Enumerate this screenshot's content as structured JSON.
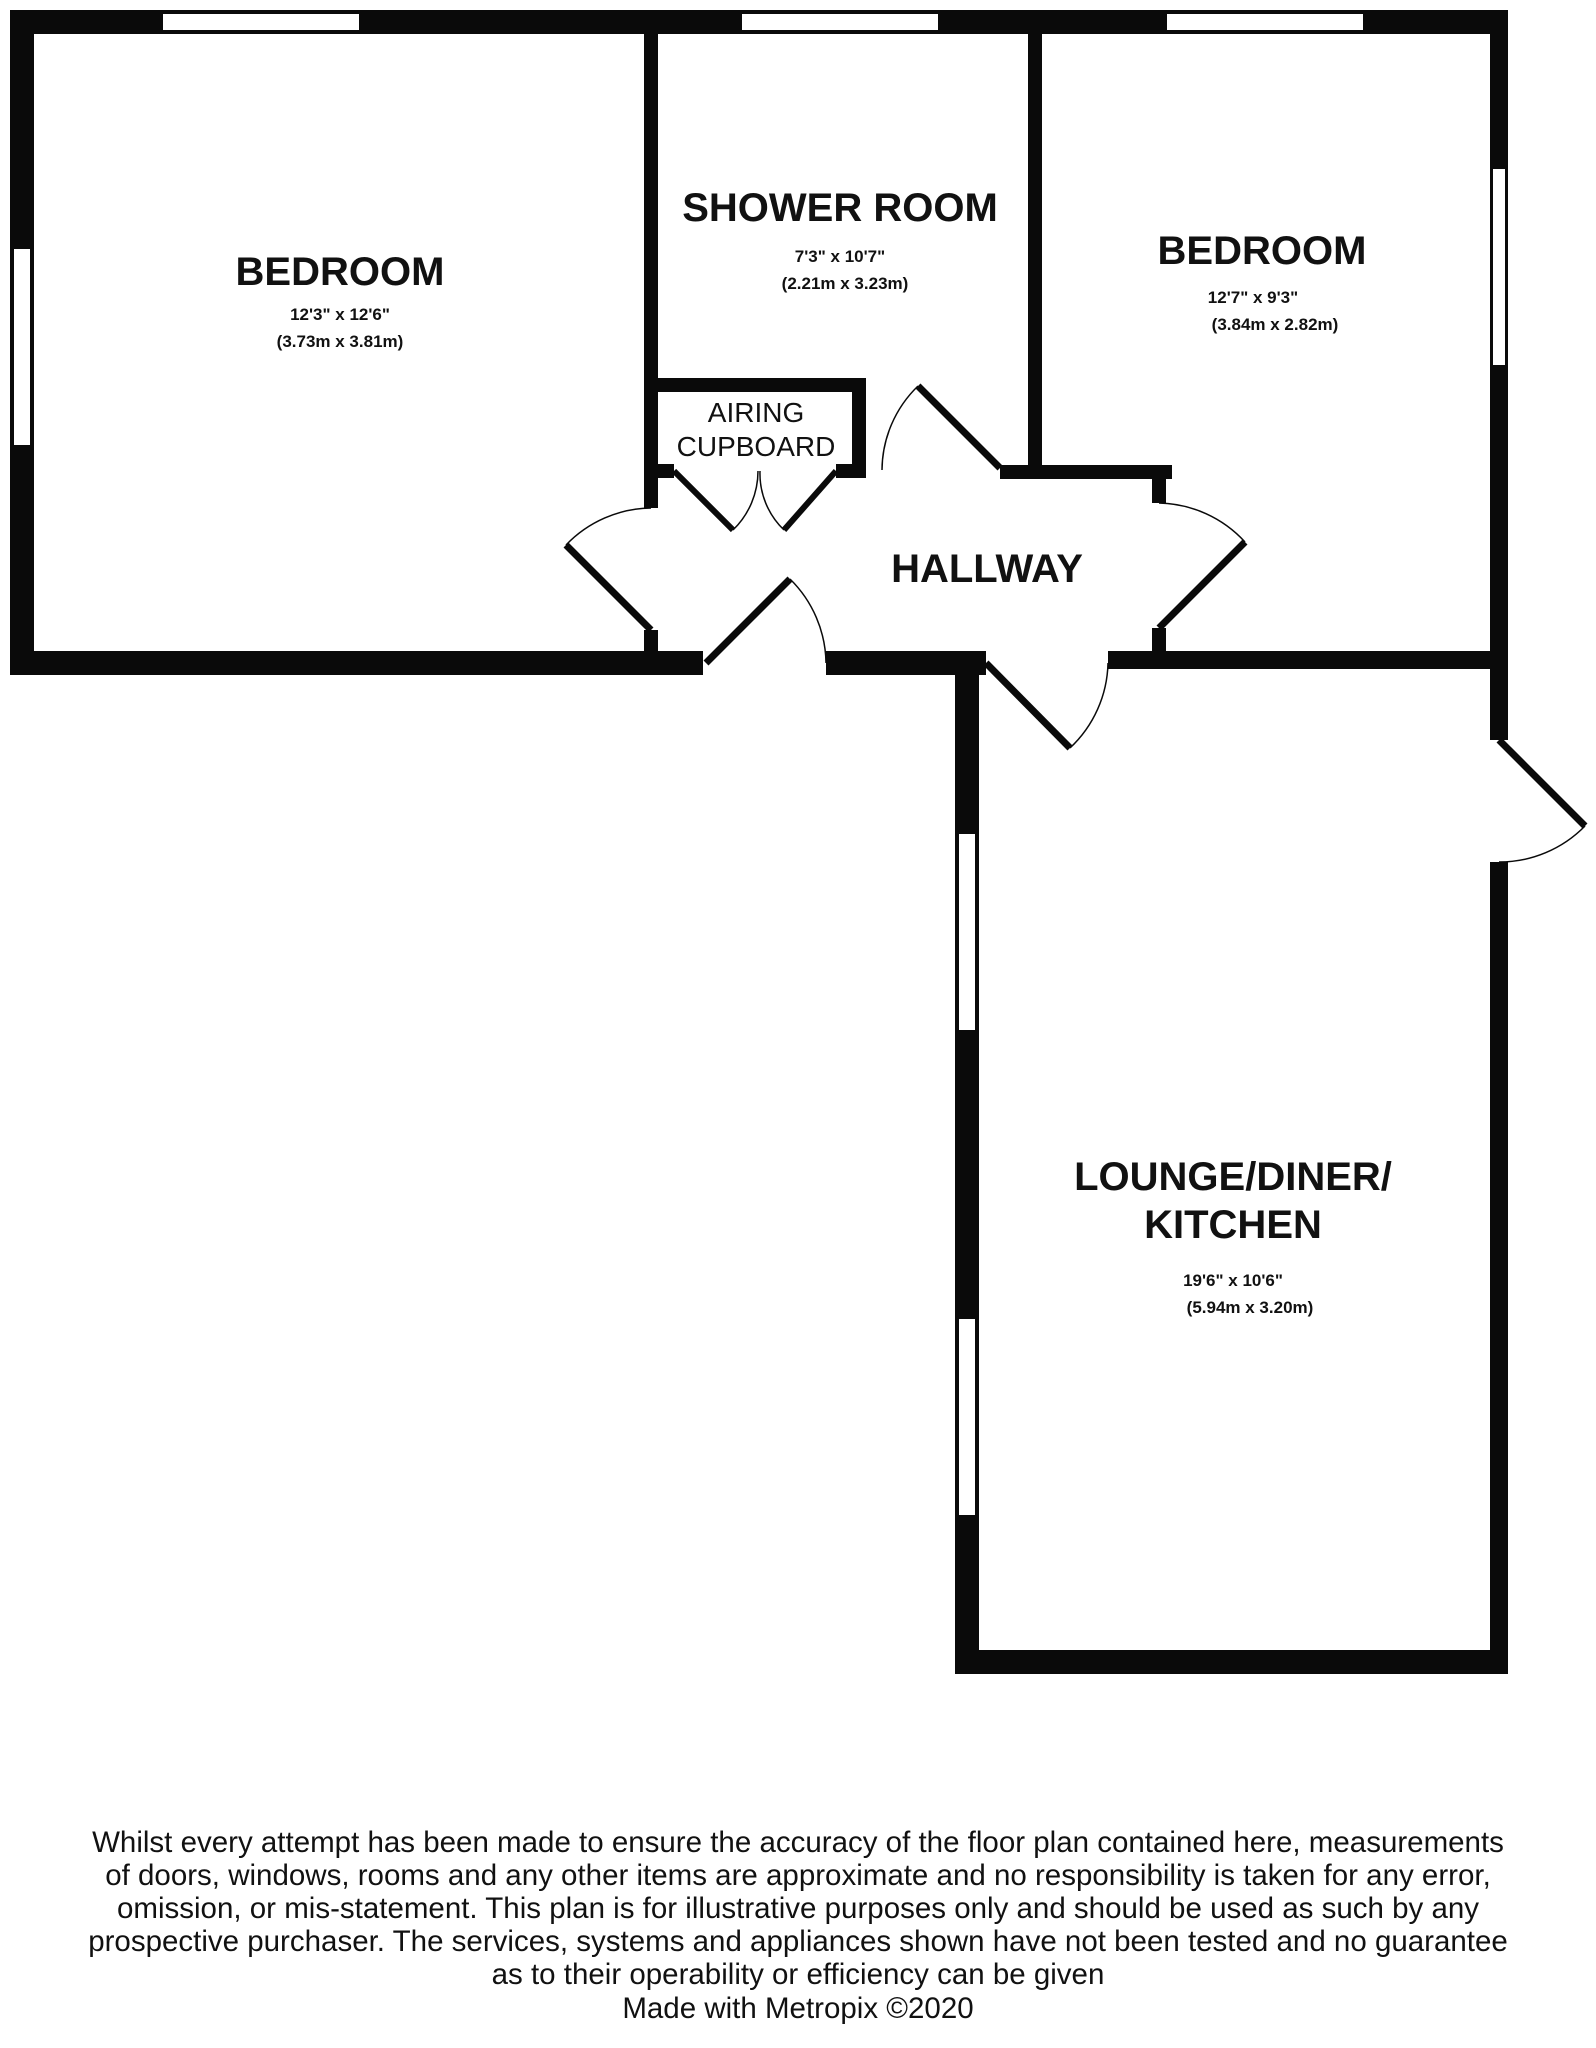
{
  "rooms": {
    "bedroom1": {
      "name": "BEDROOM",
      "dim_imperial": "12'3\" x 12'6\"",
      "dim_metric": "(3.73m x 3.81m)"
    },
    "shower": {
      "name": "SHOWER ROOM",
      "dim_imperial": "7'3\" x 10'7\"",
      "dim_metric": "(2.21m x 3.23m)"
    },
    "bedroom2": {
      "name": "BEDROOM",
      "dim_imperial": "12'7\" x 9'3\"",
      "dim_metric": "(3.84m x 2.82m)"
    },
    "airing": {
      "line1": "AIRING",
      "line2": "CUPBOARD"
    },
    "hallway": {
      "name": "HALLWAY"
    },
    "lounge": {
      "line1": "LOUNGE/DINER/",
      "line2": "KITCHEN",
      "dim_imperial": "19'6\" x 10'6\"",
      "dim_metric": "(5.94m x 3.20m)"
    }
  },
  "disclaimer": "Whilst every attempt has been made to ensure the accuracy of the floor plan contained here, measurements of doors, windows, rooms and any other items are approximate and no responsibility is taken for any error, omission, or mis-statement. This plan is for illustrative purposes only and should be used as such by any prospective purchaser. The services, systems and appliances shown have not been tested and no guarantee as to their operability or efficiency can be given",
  "credit": "Made with Metropix ©2020",
  "colors": {
    "wall": "#0a0a0a",
    "window": "#ffffff",
    "background": "#ffffff"
  }
}
